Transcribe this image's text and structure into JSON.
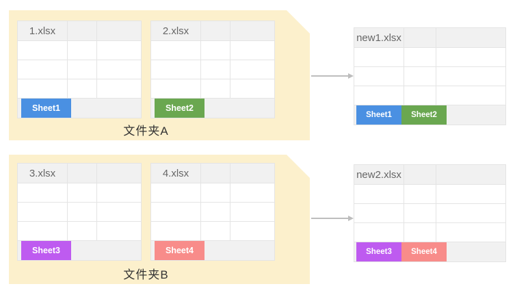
{
  "diagram": {
    "colors": {
      "folder_bg": "#FCF0CC",
      "table_border": "#E4E4E4",
      "table_header_bg": "#F1F1F1",
      "arrow": "#BDBDBD"
    },
    "rows": [
      {
        "folder": {
          "label": "文件夹A",
          "files": [
            {
              "name": "1.xlsx",
              "tab": {
                "label": "Sheet1",
                "color": "#4A90E2"
              }
            },
            {
              "name": "2.xlsx",
              "tab": {
                "label": "Sheet2",
                "color": "#6AA750"
              }
            }
          ]
        },
        "output": {
          "name": "new1.xlsx",
          "tabs": [
            {
              "label": "Sheet1",
              "color": "#4A90E2"
            },
            {
              "label": "Sheet2",
              "color": "#6AA750"
            }
          ]
        }
      },
      {
        "folder": {
          "label": "文件夹B",
          "files": [
            {
              "name": "3.xlsx",
              "tab": {
                "label": "Sheet3",
                "color": "#BE5BF0"
              }
            },
            {
              "name": "4.xlsx",
              "tab": {
                "label": "Sheet4",
                "color": "#F88C8A"
              }
            }
          ]
        },
        "output": {
          "name": "new2.xlsx",
          "tabs": [
            {
              "label": "Sheet3",
              "color": "#BE5BF0"
            },
            {
              "label": "Sheet4",
              "color": "#F88C8A"
            }
          ]
        }
      }
    ]
  }
}
